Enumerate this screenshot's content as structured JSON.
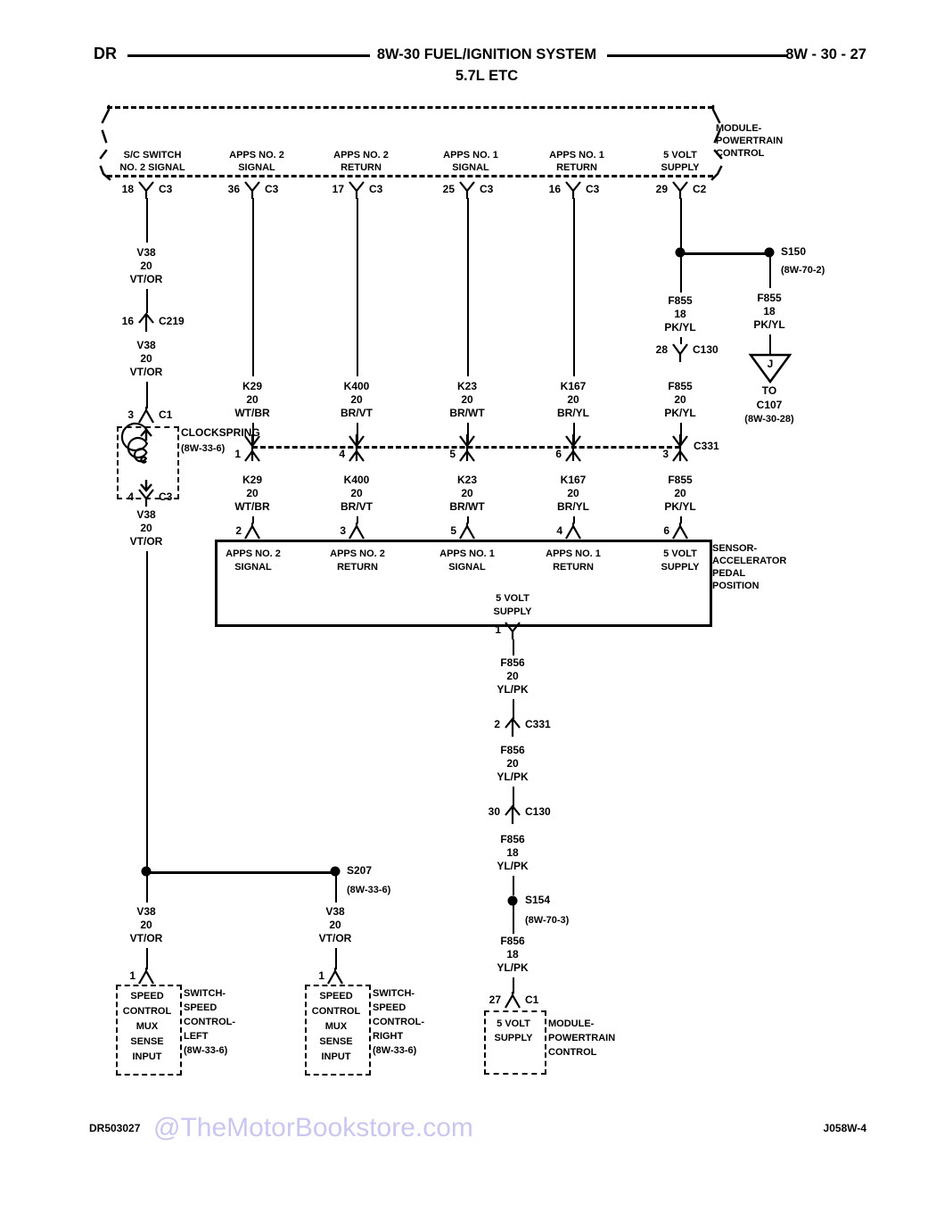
{
  "header": {
    "left": "DR",
    "title": "8W-30 FUEL/IGNITION SYSTEM",
    "subtitle": "5.7L ETC",
    "right": "8W - 30 - 27"
  },
  "footer": {
    "left": "DR503027",
    "watermark": "@TheMotorBookstore.com",
    "right": "J058W-4"
  },
  "pcm_top": {
    "name_l1": "MODULE-",
    "name_l2": "POWERTRAIN",
    "name_l3": "CONTROL",
    "pins": [
      {
        "label_l1": "S/C SWITCH",
        "label_l2": "NO. 2 SIGNAL",
        "num": "18",
        "conn": "C3"
      },
      {
        "label_l1": "APPS NO. 2",
        "label_l2": "SIGNAL",
        "num": "36",
        "conn": "C3"
      },
      {
        "label_l1": "APPS NO. 2",
        "label_l2": "RETURN",
        "num": "17",
        "conn": "C3"
      },
      {
        "label_l1": "APPS NO. 1",
        "label_l2": "SIGNAL",
        "num": "25",
        "conn": "C3"
      },
      {
        "label_l1": "APPS NO. 1",
        "label_l2": "RETURN",
        "num": "16",
        "conn": "C3"
      },
      {
        "label_l1": "5 VOLT",
        "label_l2": "SUPPLY",
        "num": "29",
        "conn": "C2"
      }
    ]
  },
  "splices": {
    "s150": {
      "name": "S150",
      "ref": "(8W-70-2)"
    },
    "s207": {
      "name": "S207",
      "ref": "(8W-33-6)"
    },
    "s154": {
      "name": "S154",
      "ref": "(8W-70-3)"
    }
  },
  "wires": {
    "v38_top": {
      "id": "V38",
      "gauge": "20",
      "color": "VT/OR"
    },
    "v38_mid": {
      "id": "V38",
      "gauge": "20",
      "color": "VT/OR"
    },
    "v38_below_c3": {
      "id": "V38",
      "gauge": "20",
      "color": "VT/OR"
    },
    "v38_left_btm": {
      "id": "V38",
      "gauge": "20",
      "color": "VT/OR"
    },
    "v38_right_btm": {
      "id": "V38",
      "gauge": "20",
      "color": "VT/OR"
    },
    "k29_up": {
      "id": "K29",
      "gauge": "20",
      "color": "WT/BR"
    },
    "k29_dn": {
      "id": "K29",
      "gauge": "20",
      "color": "WT/BR"
    },
    "k400_up": {
      "id": "K400",
      "gauge": "20",
      "color": "BR/VT"
    },
    "k400_dn": {
      "id": "K400",
      "gauge": "20",
      "color": "BR/VT"
    },
    "k23_up": {
      "id": "K23",
      "gauge": "20",
      "color": "BR/WT"
    },
    "k23_dn": {
      "id": "K23",
      "gauge": "20",
      "color": "BR/WT"
    },
    "k167_up": {
      "id": "K167",
      "gauge": "20",
      "color": "BR/YL"
    },
    "k167_dn": {
      "id": "K167",
      "gauge": "20",
      "color": "BR/YL"
    },
    "f855_a": {
      "id": "F855",
      "gauge": "18",
      "color": "PK/YL"
    },
    "f855_b": {
      "id": "F855",
      "gauge": "20",
      "color": "PK/YL"
    },
    "f855_c": {
      "id": "F855",
      "gauge": "20",
      "color": "PK/YL"
    },
    "f855_j": {
      "id": "F855",
      "gauge": "18",
      "color": "PK/YL"
    },
    "f856_a": {
      "id": "F856",
      "gauge": "20",
      "color": "YL/PK"
    },
    "f856_b": {
      "id": "F856",
      "gauge": "20",
      "color": "YL/PK"
    },
    "f856_c": {
      "id": "F856",
      "gauge": "18",
      "color": "YL/PK"
    },
    "f856_d": {
      "id": "F856",
      "gauge": "18",
      "color": "YL/PK"
    }
  },
  "connectors": {
    "c219": {
      "num": "16",
      "name": "C219"
    },
    "c1_cs": {
      "num": "3",
      "name": "C1"
    },
    "c3_cs": {
      "num": "4",
      "name": "C3"
    },
    "c130_top": {
      "num": "28",
      "name": "C130"
    },
    "c331_name": "C331",
    "c331_pins": [
      "1",
      "4",
      "5",
      "6",
      "3"
    ],
    "c331_f856": {
      "num": "2",
      "name": "C331"
    },
    "c130_f856": {
      "num": "30",
      "name": "C130"
    },
    "c1_bottom": {
      "num": "27",
      "name": "C1"
    }
  },
  "clockspring": {
    "name": "CLOCKSPRING",
    "ref": "(8W-33-6)"
  },
  "j_connector": {
    "letter": "J",
    "to": "TO",
    "target": "C107",
    "ref": "(8W-30-28)"
  },
  "sensor": {
    "name_l1": "SENSOR-",
    "name_l2": "ACCELERATOR",
    "name_l3": "PEDAL",
    "name_l4": "POSITION",
    "pins": [
      {
        "num": "2",
        "label_l1": "APPS NO. 2",
        "label_l2": "SIGNAL"
      },
      {
        "num": "3",
        "label_l1": "APPS NO. 2",
        "label_l2": "RETURN"
      },
      {
        "num": "5",
        "label_l1": "APPS NO. 1",
        "label_l2": "SIGNAL"
      },
      {
        "num": "4",
        "label_l1": "APPS NO. 1",
        "label_l2": "RETURN"
      },
      {
        "num": "6",
        "label_l1": "5 VOLT",
        "label_l2": "SUPPLY"
      }
    ],
    "supply_l1": "5 VOLT",
    "supply_l2": "SUPPLY",
    "supply_pin": "1"
  },
  "speed_left": {
    "box_l1": "SPEED",
    "box_l2": "CONTROL",
    "box_l3": "MUX",
    "box_l4": "SENSE",
    "box_l5": "INPUT",
    "name_l1": "SWITCH-",
    "name_l2": "SPEED",
    "name_l3": "CONTROL-",
    "name_l4": "LEFT",
    "ref": "(8W-33-6)",
    "pin": "1"
  },
  "speed_right": {
    "box_l1": "SPEED",
    "box_l2": "CONTROL",
    "box_l3": "MUX",
    "box_l4": "SENSE",
    "box_l5": "INPUT",
    "name_l1": "SWITCH-",
    "name_l2": "SPEED",
    "name_l3": "CONTROL-",
    "name_l4": "RIGHT",
    "ref": "(8W-33-6)",
    "pin": "1"
  },
  "pcm_bottom": {
    "box_l1": "5 VOLT",
    "box_l2": "SUPPLY",
    "name_l1": "MODULE-",
    "name_l2": "POWERTRAIN",
    "name_l3": "CONTROL"
  }
}
